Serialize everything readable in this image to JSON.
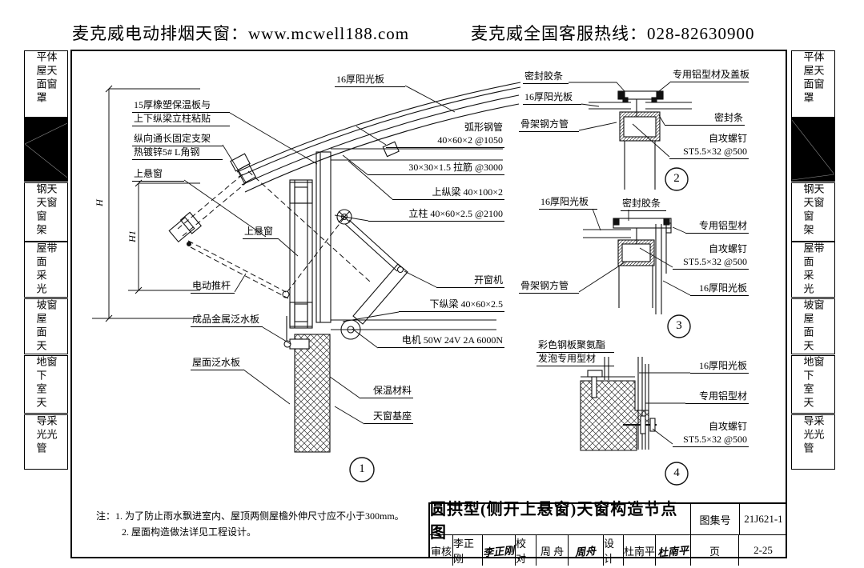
{
  "header": {
    "left": "麦克威电动排烟天窗：www.mcwell188.com",
    "right": "麦克威全国客服热线：028-82630900"
  },
  "sidebar": {
    "items": [
      "平屋面罩体天窗",
      "钢天窗架天窗",
      "屋面采光带",
      "坡屋面天窗",
      "地下室天窗",
      "导光管采光"
    ]
  },
  "detail1": {
    "labels": {
      "pc_panel": "16厚阳光板",
      "insulation_l1": "15厚橡塑保温板与",
      "insulation_l2": "上下纵梁立柱粘贴",
      "bracket_l1": "纵向通长固定支架",
      "bracket_l2": "热镀锌5# L角钢",
      "top_hung_window": "上悬窗",
      "arc_pipe_l1": "弧形钢管",
      "arc_pipe_l2": "40×60×2 @1050",
      "tie_bar": "30×30×1.5 拉筋 @3000",
      "upper_beam": "上纵梁 40×100×2",
      "column": "立柱 40×60×2.5 @2100",
      "top_hung_window2": "上悬窗",
      "actuator": "电动推杆",
      "window_opener": "开窗机",
      "lower_beam": "下纵梁 40×60×2.5",
      "metal_flashing": "成品金属泛水板",
      "motor": "电机 50W 24V 2A 6000N",
      "roof_flashing": "屋面泛水板",
      "insulation_mat": "保温材料",
      "skylight_base": "天窗基座"
    },
    "dims": {
      "h": "H",
      "h1": "H1"
    },
    "callout": "1"
  },
  "detail2": {
    "labels": {
      "seal_rubber_strip": "密封胶条",
      "alu_profile_cover": "专用铝型材及盖板",
      "pc_panel": "16厚阳光板",
      "seal_strip": "密封条",
      "frame_steel_tube": "骨架钢方管",
      "screw_l1": "自攻螺钉",
      "screw_l2": "ST5.5×32 @500"
    },
    "callout": "2"
  },
  "detail3": {
    "labels": {
      "pc_panel_left": "16厚阳光板",
      "seal_rubber_strip": "密封胶条",
      "alu_profile": "专用铝型材",
      "screw_l1": "自攻螺钉",
      "screw_l2": "ST5.5×32 @500",
      "frame_steel_tube": "骨架钢方管",
      "pc_panel_right": "16厚阳光板"
    },
    "callout": "3"
  },
  "detail4": {
    "labels": {
      "panel_l1": "彩色钢板聚氨酯",
      "panel_l2": "发泡专用型材",
      "pc_panel": "16厚阳光板",
      "alu_profile": "专用铝型材",
      "screw_l1": "自攻螺钉",
      "screw_l2": "ST5.5×32 @500"
    },
    "callout": "4"
  },
  "notes": {
    "line1": "注：1. 为了防止雨水飘进室内、屋顶两侧屋檐外伸尺寸应不小于300mm。",
    "line2": "2. 屋面构造做法详见工程设计。"
  },
  "title_block": {
    "title": "圆拱型(侧开上悬窗)天窗构造节点图",
    "atlas_label": "图集号",
    "atlas_no": "21J621-1",
    "page_label": "页",
    "page_no": "2-25",
    "reviewer_label": "审核",
    "reviewer": "李正刚",
    "reviewer_sig": "李正刚",
    "checker_label": "校对",
    "checker": "周 舟",
    "checker_sig": "周舟",
    "designer_label": "设计",
    "designer": "杜南平",
    "designer_sig": "杜南平"
  }
}
